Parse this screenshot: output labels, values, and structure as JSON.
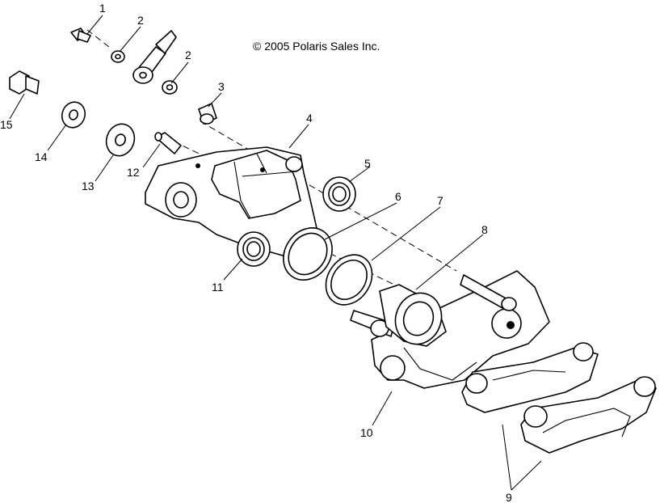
{
  "copyright": "© 2005 Polaris Sales Inc.",
  "callouts": [
    "1",
    "2",
    "2",
    "3",
    "4",
    "5",
    "6",
    "7",
    "8",
    "9",
    "10",
    "11",
    "12",
    "13",
    "14",
    "15"
  ],
  "parts": [
    "bleeder-bolt",
    "washer",
    "washer",
    "bushing",
    "caliper-body",
    "piston",
    "seal",
    "seal",
    "bracket-sleeve",
    "brake-pad",
    "brake-pad",
    "mounting-bracket",
    "piston",
    "bleeder-screw",
    "washer",
    "washer",
    "bolt",
    "banjo-fitting"
  ]
}
